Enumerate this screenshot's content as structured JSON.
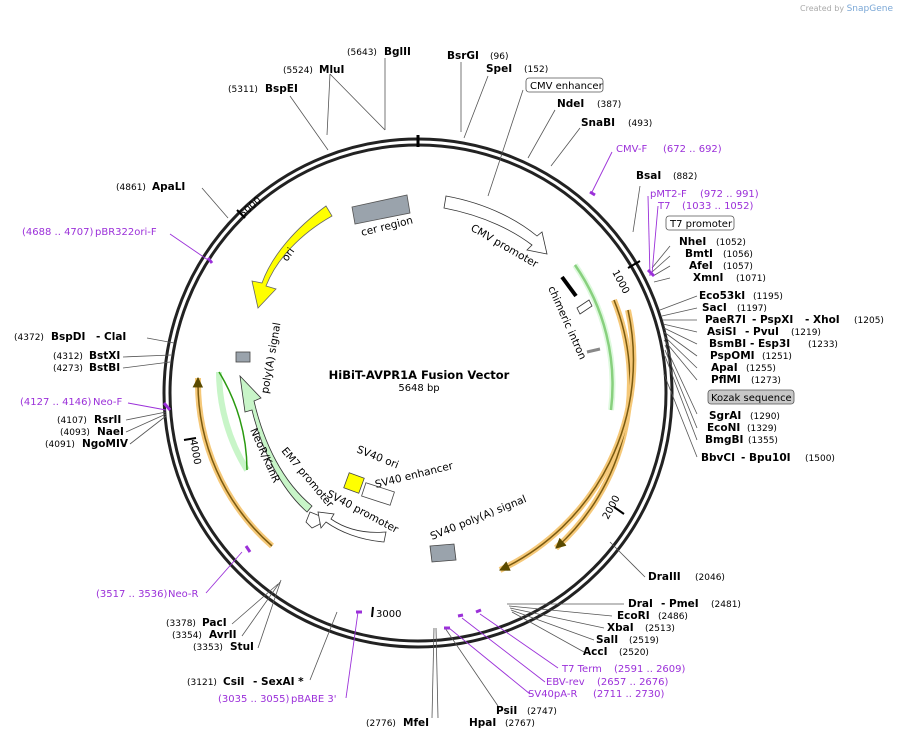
{
  "credit": {
    "prefix": "Created by",
    "brand": "SnapGene"
  },
  "title": "HiBiT-AVPR1A Fusion Vector",
  "subtitle": "5648 bp",
  "total_bp": 5648,
  "ticks": [
    {
      "label": "1000"
    },
    {
      "label": "2000"
    },
    {
      "label": "3000"
    },
    {
      "label": "4000"
    },
    {
      "label": "5000"
    }
  ],
  "colors": {
    "primer": "#9b30d9",
    "ori": "#ffff00",
    "orf_green": "#c8f5c8",
    "orf_orange": "#f5c878",
    "gray": "#9aa3ac"
  },
  "features": [
    {
      "name": "cer region",
      "type": "gray-box"
    },
    {
      "name": "CMV promoter",
      "type": "white-arrow"
    },
    {
      "name": "chimeric intron",
      "type": "white"
    },
    {
      "name": "ori",
      "type": "yellow-arrow"
    },
    {
      "name": "poly(A) signal",
      "type": "gray"
    },
    {
      "name": "NeoR/KanR",
      "type": "green-arrow"
    },
    {
      "name": "EM7 promoter",
      "type": "white-arrow"
    },
    {
      "name": "SV40 promoter",
      "type": "white-arrow"
    },
    {
      "name": "SV40 ori",
      "type": "yellow"
    },
    {
      "name": "SV40 enhancer",
      "type": "white"
    },
    {
      "name": "SV40 poly(A) signal",
      "type": "gray"
    }
  ],
  "enzymes_left": [
    {
      "name": "BglII",
      "pos": "(5643)"
    },
    {
      "name": "MluI",
      "pos": "(5524)"
    },
    {
      "name": "BspEI",
      "pos": "(5311)"
    },
    {
      "name": "ApaLI",
      "pos": "(4861)"
    },
    {
      "name": "BspDI",
      "suffix": "- ClaI",
      "pos": "(4372)"
    },
    {
      "name": "BstXI",
      "pos": "(4312)"
    },
    {
      "name": "BstBI",
      "pos": "(4273)"
    },
    {
      "name": "RsrII",
      "pos": "(4107)"
    },
    {
      "name": "NaeI",
      "pos": "(4093)"
    },
    {
      "name": "NgoMIV",
      "pos": "(4091)"
    },
    {
      "name": "PacI",
      "pos": "(3378)"
    },
    {
      "name": "AvrII",
      "pos": "(3354)"
    },
    {
      "name": "StuI",
      "pos": "(3353)"
    },
    {
      "name": "CsiI",
      "suffix": "- SexAI *",
      "pos": "(3121)"
    },
    {
      "name": "MfeI",
      "pos": "(2776)"
    },
    {
      "name": "HpaI",
      "pos": "(2767)"
    },
    {
      "name": "PsiI",
      "pos": "(2747)"
    }
  ],
  "enzymes_right": [
    {
      "name": "BsrGI",
      "pos": "(96)"
    },
    {
      "name": "SpeI",
      "pos": "(152)"
    },
    {
      "name": "NdeI",
      "pos": "(387)"
    },
    {
      "name": "SnaBI",
      "pos": "(493)"
    },
    {
      "name": "BsaI",
      "pos": "(882)"
    },
    {
      "name": "NheI",
      "pos": "(1052)"
    },
    {
      "name": "BmtI",
      "pos": "(1056)"
    },
    {
      "name": "AfeI",
      "pos": "(1057)"
    },
    {
      "name": "XmnI",
      "pos": "(1071)"
    },
    {
      "name": "Eco53kI",
      "pos": "(1195)"
    },
    {
      "name": "SacI",
      "pos": "(1197)"
    },
    {
      "name": "PaeR7I",
      "mid": "- PspXI",
      "suffix": "- XhoI",
      "pos": "(1205)"
    },
    {
      "name": "AsiSI",
      "suffix": "- PvuI",
      "pos": "(1219)"
    },
    {
      "name": "BsmBI",
      "suffix": "- Esp3I",
      "pos": "(1233)"
    },
    {
      "name": "PspOMI",
      "pos": "(1251)"
    },
    {
      "name": "ApaI",
      "pos": "(1255)"
    },
    {
      "name": "PflMI",
      "pos": "(1273)"
    },
    {
      "name": "SgrAI",
      "pos": "(1290)"
    },
    {
      "name": "EcoNI",
      "pos": "(1329)"
    },
    {
      "name": "BmgBI",
      "pos": "(1355)"
    },
    {
      "name": "BbvCI",
      "suffix": "- Bpu10I",
      "pos": "(1500)"
    },
    {
      "name": "DraIII",
      "pos": "(2046)"
    },
    {
      "name": "DraI",
      "suffix": "- PmeI",
      "pos": "(2481)"
    },
    {
      "name": "EcoRI",
      "pos": "(2486)"
    },
    {
      "name": "XbaI",
      "pos": "(2513)"
    },
    {
      "name": "SalI",
      "pos": "(2519)"
    },
    {
      "name": "AccI",
      "pos": "(2520)"
    }
  ],
  "boxed_labels": [
    {
      "name": "CMV enhancer",
      "shade": "white"
    },
    {
      "name": "T7 promoter",
      "shade": "white"
    },
    {
      "name": "Kozak sequence",
      "shade": "gray"
    }
  ],
  "primers": [
    {
      "name": "CMV-F",
      "range": "(672 .. 692)"
    },
    {
      "name": "pMT2-F",
      "range": "(972 .. 991)"
    },
    {
      "name": "T7",
      "range": "(1033 .. 1052)"
    },
    {
      "name": "pBR322ori-F",
      "range": "(4688 .. 4707)"
    },
    {
      "name": "Neo-F",
      "range": "(4127 .. 4146)"
    },
    {
      "name": "Neo-R",
      "range": "(3517 .. 3536)"
    },
    {
      "name": "pBABE 3'",
      "range": "(3035 .. 3055)"
    },
    {
      "name": "T7 Term",
      "range": "(2591 .. 2609)"
    },
    {
      "name": "EBV-rev",
      "range": "(2657 .. 2676)"
    },
    {
      "name": "SV40pA-R",
      "range": "(2711 .. 2730)"
    }
  ]
}
